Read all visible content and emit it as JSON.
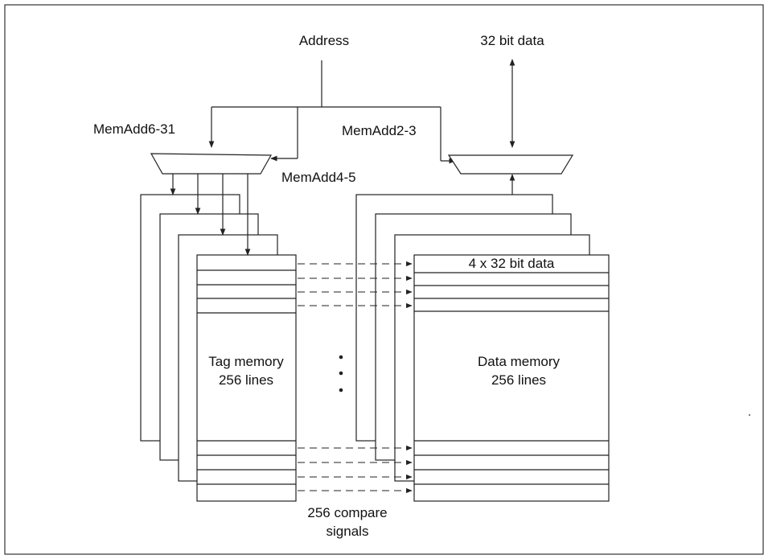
{
  "labels": {
    "address": "Address",
    "data_bus": "32 bit data",
    "memadd_6_31": "MemAdd6-31",
    "memadd_2_3": "MemAdd2-3",
    "memadd_4_5": "MemAdd4-5",
    "line_data": "4 x 32 bit data",
    "tag_memory_line1": "Tag memory",
    "tag_memory_line2": "256 lines",
    "data_memory_line1": "Data memory",
    "data_memory_line2": "256 lines",
    "compare_line1": "256 compare",
    "compare_line2": "signals"
  }
}
